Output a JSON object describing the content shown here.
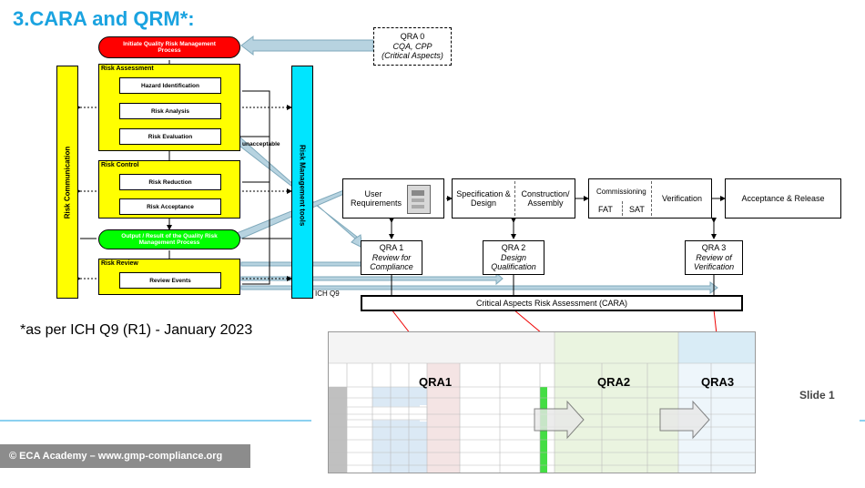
{
  "title": "3.CARA and QRM*:",
  "footnote": "*as per ICH Q9 (R1) - January 2023",
  "slide_number": "Slide 1",
  "footer": "© ECA Academy – www.gmp-compliance.org",
  "qrm": {
    "initiate": "Initiate Quality Risk Management Process",
    "risk_assessment": "Risk Assessment",
    "hazard_identification": "Hazard Identification",
    "risk_analysis": "Risk Analysis",
    "risk_evaluation": "Risk Evaluation",
    "unacceptable": "unacceptable",
    "risk_control": "Risk Control",
    "risk_reduction": "Risk Reduction",
    "risk_acceptance": "Risk Acceptance",
    "output_result": "Output / Result of the Quality Risk Management Process",
    "risk_review": "Risk Review",
    "review_events": "Review Events",
    "risk_communication": "Risk Communication",
    "risk_management_tools": "Risk Management tools",
    "ich_q9_fragment": "ICH Q9"
  },
  "qra0": {
    "title": "QRA 0",
    "line1": "CQA, CPP",
    "line2": "(Critical Aspects)"
  },
  "process": {
    "user_requirements": "User Requirements",
    "spec_design": "Specification & Design",
    "construction": "Construction/ Assembly",
    "commissioning": "Commissioning",
    "fat": "FAT",
    "sat": "SAT",
    "verification": "Verification",
    "acceptance": "Acceptance & Release"
  },
  "qra1": {
    "title": "QRA 1",
    "sub": "Review for Compliance"
  },
  "qra2": {
    "title": "QRA 2",
    "sub": "Design Qualification"
  },
  "qra3": {
    "title": "QRA 3",
    "sub": "Review of Verification"
  },
  "cara_bar": "Critical Aspects Risk Assessment (CARA)",
  "spreadsheet_labels": [
    "QRA1",
    "QRA2",
    "QRA3"
  ],
  "colors": {
    "title": "#1aa3e0",
    "red": "#ff0000",
    "yellow": "#ffff00",
    "green": "#00ff00",
    "cyan": "#00e5ff",
    "arrow": "#b7d3e0",
    "footer": "#8c8c8c"
  }
}
